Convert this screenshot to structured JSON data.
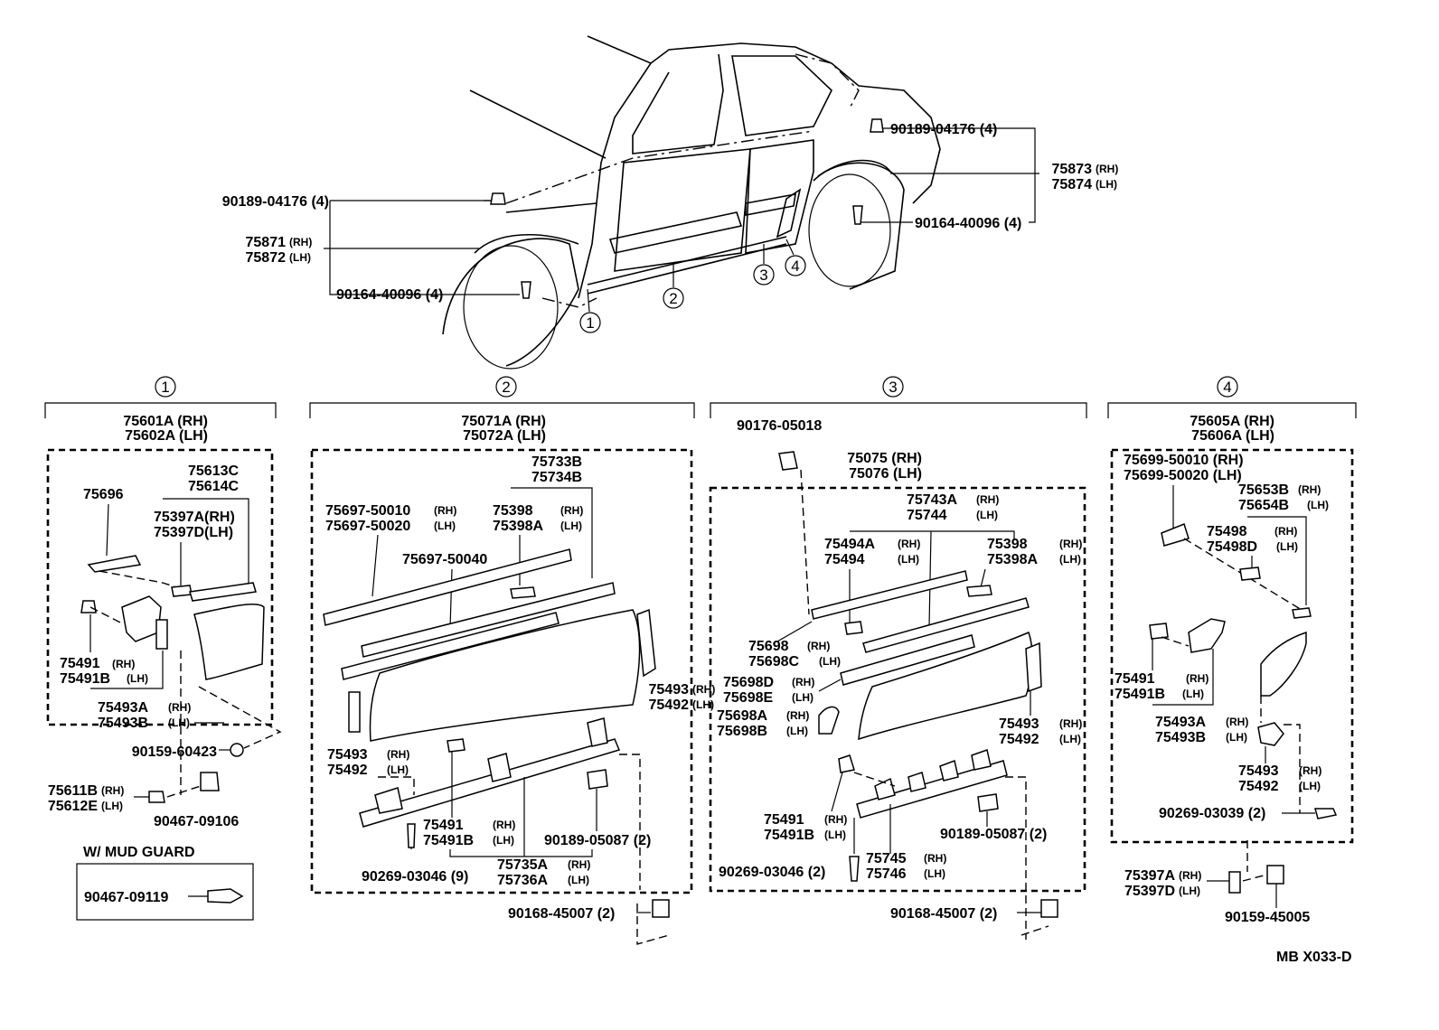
{
  "car_view": {
    "labels": {
      "clip_rear": "90189-04176 (4)",
      "liner_rear_rh": "75873",
      "liner_rear_lh": "75874",
      "screw_rear": "90164-40096 (4)",
      "clip_front": "90189-04176 (4)",
      "liner_front_rh": "75871",
      "liner_front_lh": "75872",
      "screw_front": "90164-40096 (4)",
      "rh": "(RH)",
      "lh": "(LH)"
    },
    "callouts": [
      "1",
      "2",
      "3",
      "4"
    ]
  },
  "sections": [
    {
      "number": "1",
      "header": [
        "75601A (RH)",
        "75602A (LH)"
      ],
      "labels": {
        "p75613": "75613C",
        "p75614": "75614C",
        "p75696": "75696",
        "p75397a": "75397A(RH)",
        "p75397d": "75397D(LH)",
        "p75491": "75491",
        "p75491b": "75491B",
        "rh": "(RH)",
        "lh": "(LH)",
        "p75493a": "75493A",
        "p75493b": "75493B",
        "p90159": "90159-60423",
        "p75611b": "75611B",
        "p75612e": "75612E",
        "p90467": "90467-09106",
        "mud_title": "W/ MUD  GUARD",
        "mud_part": "90467-09119"
      }
    },
    {
      "number": "2",
      "header": [
        "75071A (RH)",
        "75072A (LH)"
      ],
      "labels": {
        "p75733b": "75733B",
        "p75734b": "75734B",
        "p10": "75697-50010",
        "p20": "75697-50020",
        "p75398": "75398",
        "p75398a": "75398A",
        "p40": "75697-50040",
        "p75493": "75493",
        "p75492": "75492",
        "p75491": "75491",
        "p75491b": "75491B",
        "p90189": "90189-05087 (2)",
        "p90269": "90269-03046 (9)",
        "p75735a": "75735A",
        "p75736a": "75736A",
        "p90168": "90168-45007 (2)",
        "rh": "(RH)",
        "lh": "(LH)"
      }
    },
    {
      "number": "3",
      "header": [
        "75075 (RH)",
        "75076 (LH)"
      ],
      "labels": {
        "p90176": "90176-05018",
        "p75743a": "75743A",
        "p75744": "75744",
        "p75494a": "75494A",
        "p75494": "75494",
        "p75398": "75398",
        "p75398a": "75398A",
        "p75698": "75698",
        "p75698c": "75698C",
        "p75698d": "75698D",
        "p75698e": "75698E",
        "p75698a": "75698A",
        "p75698b": "75698B",
        "p75493": "75493",
        "p75492": "75492",
        "p75491": "75491",
        "p75491b": "75491B",
        "p90189": "90189-05087 (2)",
        "p90269": "90269-03046 (2)",
        "p75745": "75745",
        "p75746": "75746",
        "p90168": "90168-45007 (2)",
        "rh": "(RH)",
        "lh": "(LH)"
      }
    },
    {
      "number": "4",
      "header": [
        "75605A (RH)",
        "75606A (LH)"
      ],
      "labels": {
        "p10": "75699-50010 (RH)",
        "p20": "75699-50020 (LH)",
        "p75653b": "75653B",
        "p75654b": "75654B",
        "p75498": "75498",
        "p75498d": "75498D",
        "p75491": "75491",
        "p75491b": "75491B",
        "p75493a": "75493A",
        "p75493b": "75493B",
        "p75493": "75493",
        "p75492": "75492",
        "p90269": "90269-03039 (2)",
        "p75397a": "75397A",
        "p75397d": "75397D",
        "p90159": "90159-45005",
        "rh": "(RH)",
        "lh": "(LH)"
      }
    }
  ],
  "footer_code": "MB X033-D"
}
